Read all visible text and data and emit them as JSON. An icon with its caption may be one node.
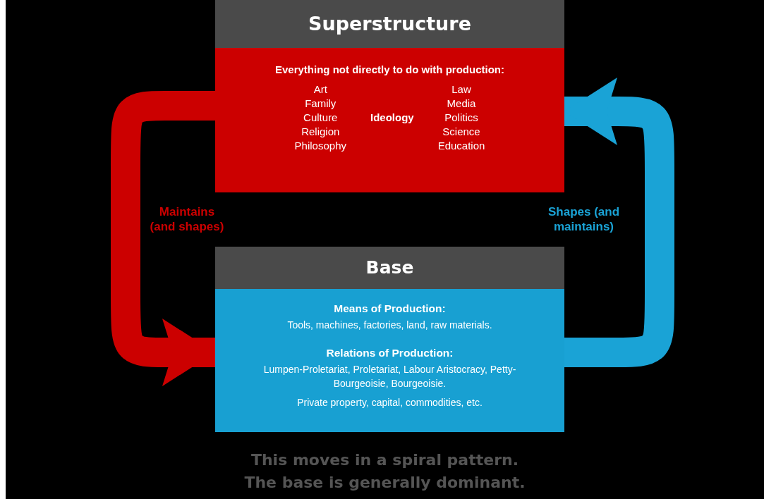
{
  "diagram": {
    "nodes": [
      {
        "text": [
          "Superstructure",
          "Everything not directly to do with production:",
          "Art Family Culture Religion Philosophy",
          "Ideology",
          "Law Media Politics Science Education"
        ]
      },
      {
        "text": [
          "Base",
          "Means of Production:",
          "Tools, machines, factories, land, raw materials.",
          "Relations of Production:",
          "Lumpen-Proletariat, Proletariat, Labour Aristocracy, Petty-Bourgeoisie, Bourgeoisie.",
          "Private property, capital, commodities, etc."
        ]
      }
    ],
    "edges": [
      {
        "from": 0,
        "to": 1,
        "arrow": "to",
        "label": "Maintains (and shapes)",
        "color": "#cc0000"
      },
      {
        "from": 1,
        "to": 0,
        "arrow": "to",
        "label": "Shapes (and maintains)",
        "color": "#1aa3d6"
      }
    ],
    "labels": [
      "This moves in a spiral pattern.",
      "The base is generally dominant."
    ]
  }
}
